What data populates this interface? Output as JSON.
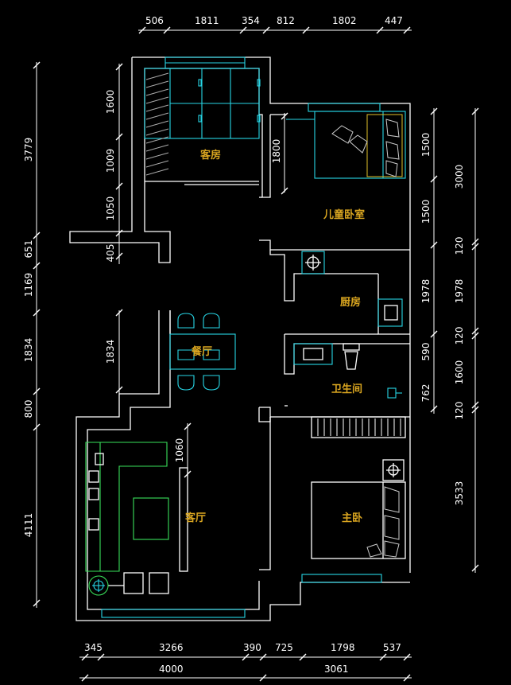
{
  "dims": {
    "top": [
      "506",
      "1811",
      "354",
      "812",
      "1802",
      "447"
    ],
    "left": [
      "3779",
      "651",
      "1169",
      "1834",
      "800",
      "4111"
    ],
    "inner_left": [
      "1600",
      "1009",
      "1050",
      "405",
      "1834"
    ],
    "right_inner": [
      "1500",
      "1500",
      "1978",
      "590",
      "762"
    ],
    "right_outer": [
      "3000",
      "120",
      "1978",
      "120",
      "1600",
      "120",
      "3533"
    ],
    "bottom": [
      "345",
      "3266",
      "390",
      "725",
      "1798",
      "537"
    ],
    "bottom_total": [
      "4000",
      "3061"
    ],
    "misc": [
      "1800",
      "1060"
    ]
  },
  "rooms": {
    "guest": "客房",
    "kids": "儿童卧室",
    "kitchen": "厨房",
    "dining": "餐厅",
    "bath": "卫生间",
    "living": "客厅",
    "master": "主卧"
  },
  "colors": {
    "wall": "#ffffff",
    "furniture": "#27d6e6",
    "sofa": "#39e05a",
    "label": "#d9a520",
    "background": "#000000"
  }
}
